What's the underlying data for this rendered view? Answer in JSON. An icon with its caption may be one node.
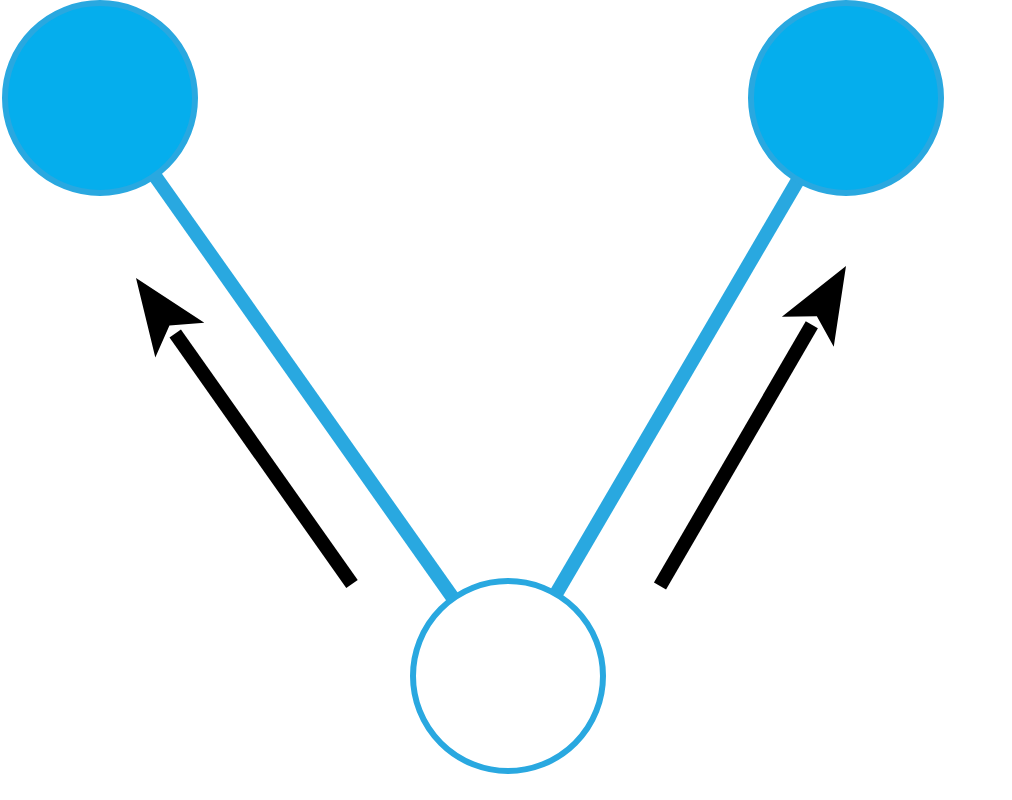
{
  "diagram": {
    "nodes": [
      {
        "text": [],
        "shape": "circle"
      },
      {
        "text": [],
        "shape": "circle"
      },
      {
        "text": [],
        "shape": "circle"
      }
    ],
    "edges": [
      {
        "from": 2,
        "to": 0,
        "arrow": "none"
      },
      {
        "from": 2,
        "to": 1,
        "arrow": "none"
      }
    ]
  }
}
